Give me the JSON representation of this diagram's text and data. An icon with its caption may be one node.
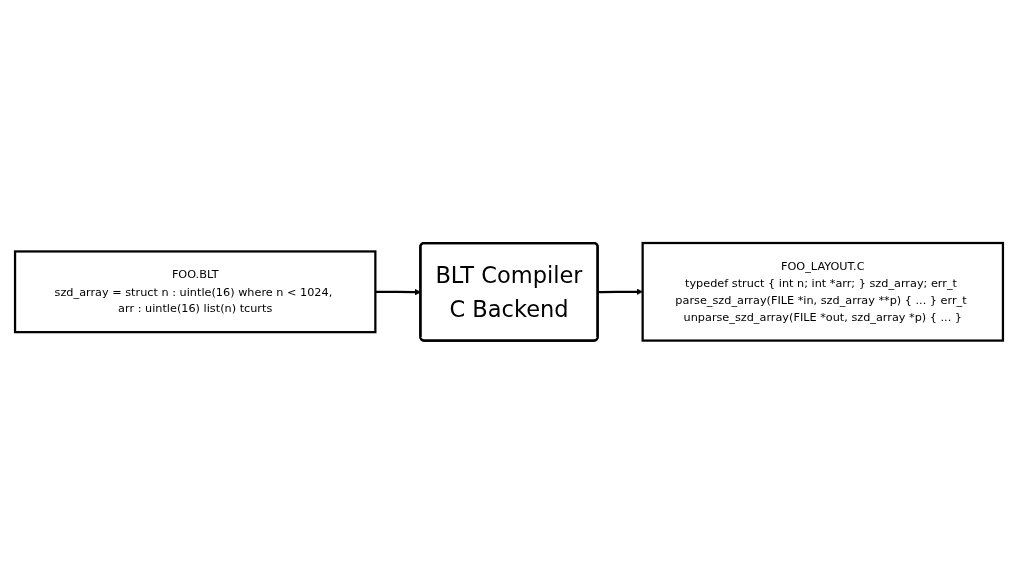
{
  "diagram": {
    "nodes": [
      {
        "text": [
          "FOO.BLT",
          "szd_array = struct n : uintle(16) where n < 1024, arr : uintle(16) list(n) tcurts"
        ]
      },
      {
        "text": [
          "FOO_LAYOUT.C",
          "typedef struct { int n; int *arr; } szd_array; err_t parse_szd_array(FILE *in, szd_array **p) { ... } err_t unparse_szd_array(FILE *out, szd_array *p) { ... }"
        ]
      },
      {
        "text": [
          "BLT Compiler",
          "C Backend"
        ]
      }
    ],
    "edges": [
      {
        "from": 0,
        "to": 2,
        "arrow": "to"
      },
      {
        "from": 2,
        "to": 1,
        "arrow": "to"
      }
    ]
  }
}
